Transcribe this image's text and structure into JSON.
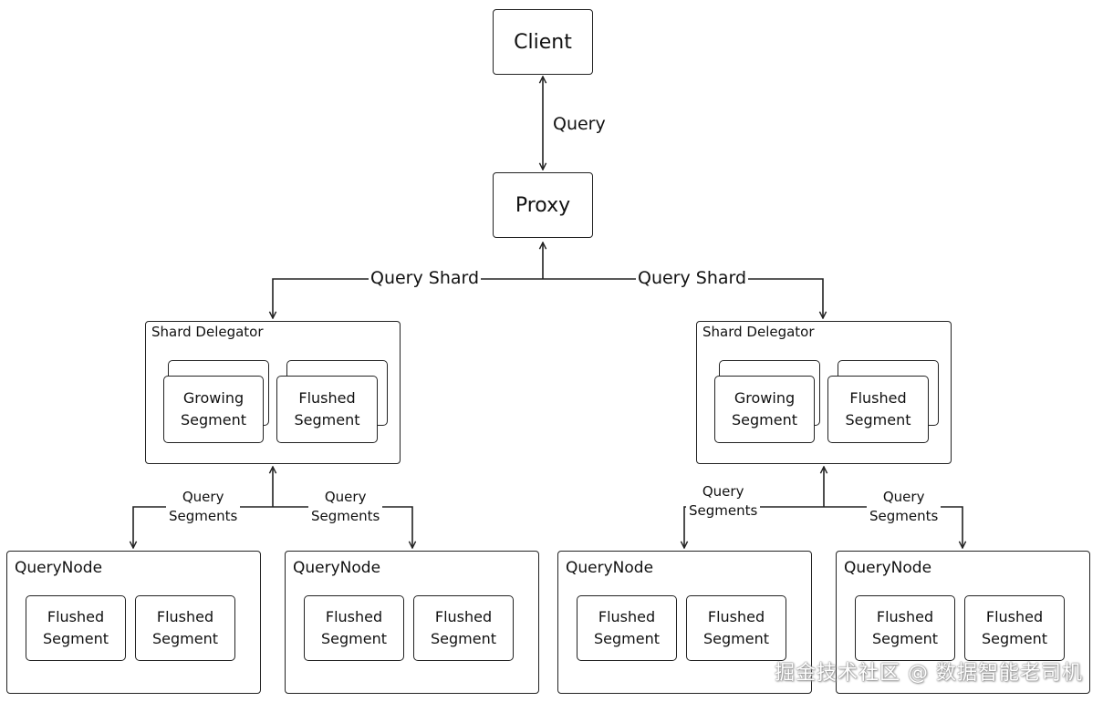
{
  "nodes": {
    "client": "Client",
    "proxy": "Proxy"
  },
  "edges": {
    "client_proxy": "Query",
    "query_shard_left": "Query Shard",
    "query_shard_right": "Query Shard",
    "query_segments_word1": "Query",
    "query_segments_word2": "Segments"
  },
  "delegators": [
    {
      "title": "Shard Delegator",
      "growing": [
        "Growing",
        "Segment"
      ],
      "flushed": [
        "Flushed",
        "Segment"
      ]
    },
    {
      "title": "Shard Delegator",
      "growing": [
        "Growing",
        "Segment"
      ],
      "flushed": [
        "Flushed",
        "Segment"
      ]
    }
  ],
  "query_nodes": [
    {
      "title": "QueryNode",
      "segments": [
        [
          "Flushed",
          "Segment"
        ],
        [
          "Flushed",
          "Segment"
        ]
      ]
    },
    {
      "title": "QueryNode",
      "segments": [
        [
          "Flushed",
          "Segment"
        ],
        [
          "Flushed",
          "Segment"
        ]
      ]
    },
    {
      "title": "QueryNode",
      "segments": [
        [
          "Flushed",
          "Segment"
        ],
        [
          "Flushed",
          "Segment"
        ]
      ]
    },
    {
      "title": "QueryNode",
      "segments": [
        [
          "Flushed",
          "Segment"
        ],
        [
          "Flushed",
          "Segment"
        ]
      ]
    }
  ],
  "watermark": "掘金技术社区 @ 数据智能老司机"
}
